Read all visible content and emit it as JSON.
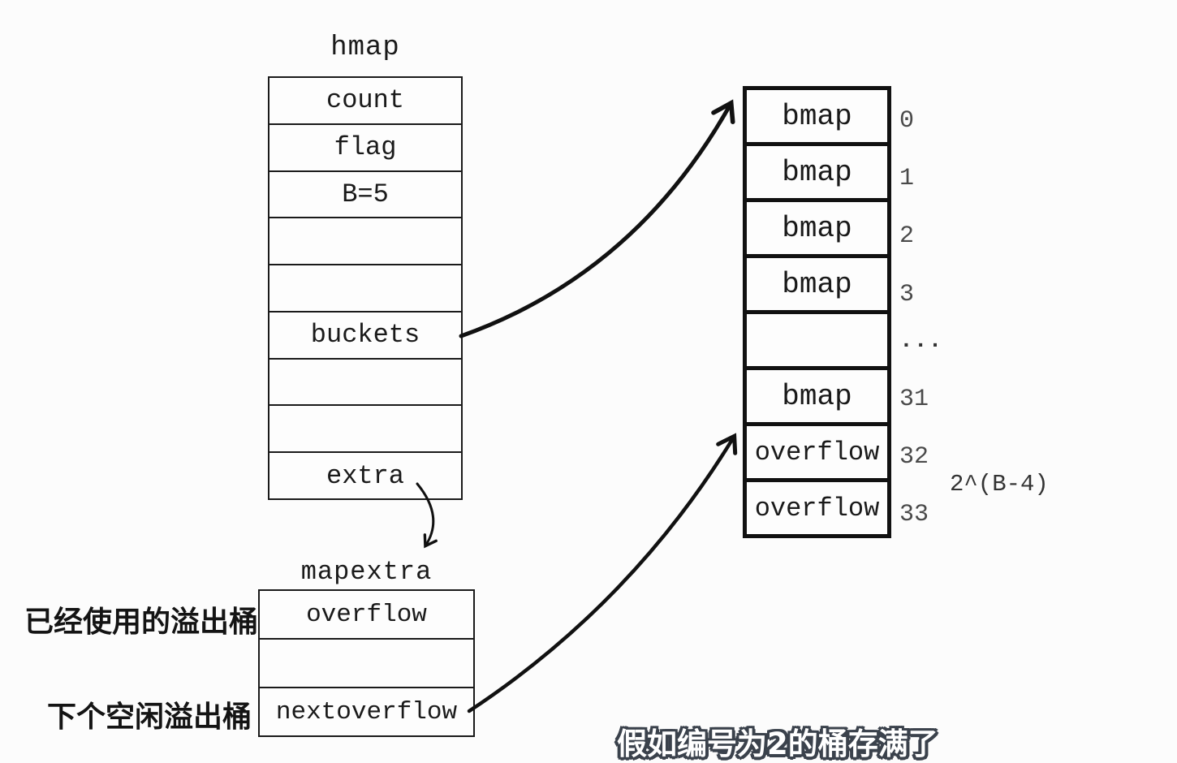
{
  "hmap": {
    "title": "hmap",
    "rows": [
      "count",
      "flag",
      "B=5",
      "",
      "",
      "buckets",
      "",
      "",
      "extra"
    ]
  },
  "bucket_array": {
    "rows": [
      {
        "label": "bmap",
        "index": "0"
      },
      {
        "label": "bmap",
        "index": "1"
      },
      {
        "label": "bmap",
        "index": "2"
      },
      {
        "label": "bmap",
        "index": "3"
      },
      {
        "label": "",
        "index": "..."
      },
      {
        "label": "bmap",
        "index": "31"
      },
      {
        "label": "overflow",
        "index": "32"
      },
      {
        "label": "overflow",
        "index": "33"
      }
    ],
    "size_note": "2^(B-4)"
  },
  "mapextra": {
    "title": "mapextra",
    "rows": [
      "overflow",
      "",
      "nextoverflow"
    ],
    "label_overflow": "已经使用的溢出桶",
    "label_nextoverflow": "下个空闲溢出桶"
  },
  "subtitle": "假如编号为2的桶存满了",
  "colors": {
    "background": "#fcfcfc",
    "line": "#1a1a1a",
    "index_text": "#4a4a4a",
    "subtitle_fill": "#ffffff",
    "subtitle_outline": "#3b424c"
  }
}
